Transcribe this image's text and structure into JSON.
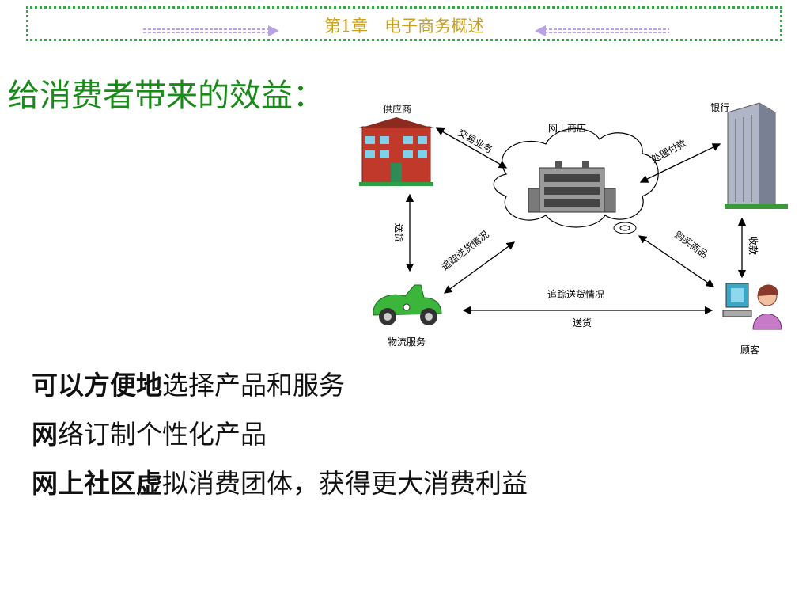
{
  "header": {
    "chapter_title": "第1章　电子商务概述"
  },
  "slide": {
    "title": "给消费者带来的效益："
  },
  "diagram": {
    "nodes": {
      "supplier": "供应商",
      "shop": "网上商店",
      "bank": "银行",
      "logistics": "物流服务",
      "customer": "顾客"
    },
    "edges": {
      "supplier_shop": "交易业务",
      "shop_bank": "处理付款",
      "supplier_logistics": "送货",
      "bank_customer": "收款",
      "logistics_shop": "追踪送货情况",
      "shop_customer": "购买商品",
      "logistics_customer_top": "追踪送货情况",
      "logistics_customer_bottom": "送货"
    }
  },
  "bullets": [
    {
      "bold": "可以方便地",
      "text": "选择产品和服务"
    },
    {
      "bold": "网",
      "text": "络订制个性化产品"
    },
    {
      "bold": "网上社区虚",
      "text": "拟消费团体，获得更大消费利益"
    }
  ]
}
